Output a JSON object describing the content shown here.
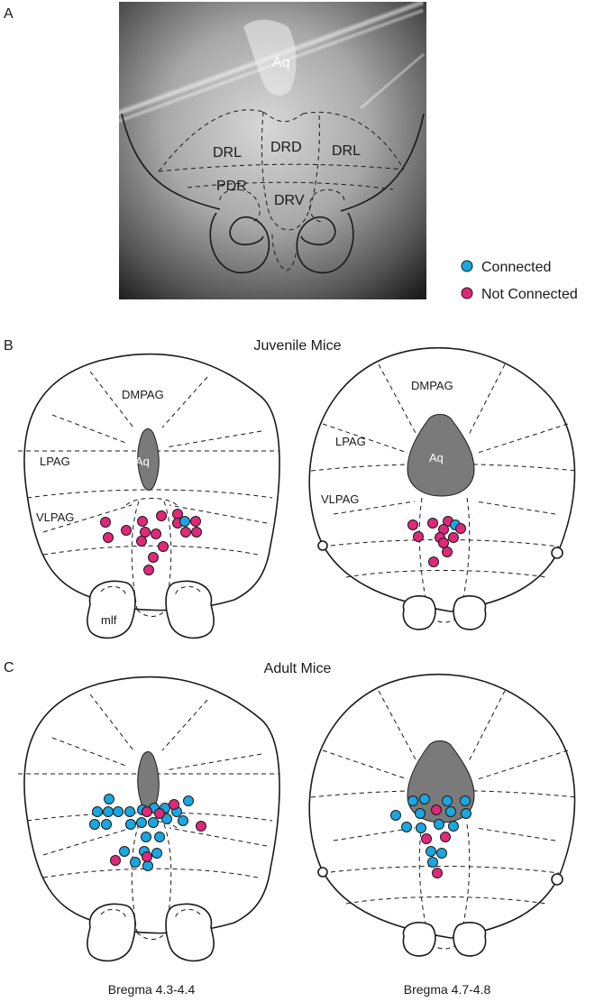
{
  "panels": {
    "a": {
      "letter": "A",
      "labels": {
        "aq": "Aq",
        "drd": "DRD",
        "drl_left": "DRL",
        "drl_right": "DRL",
        "pdr": "PDR",
        "drv": "DRV"
      }
    },
    "b": {
      "letter": "B",
      "title": "Juvenile Mice"
    },
    "c": {
      "letter": "C",
      "title": "Adult Mice"
    }
  },
  "legend": [
    {
      "label": "Connected",
      "color": "#1aa7e0"
    },
    {
      "label": "Not Connected",
      "color": "#e0287a"
    }
  ],
  "region_labels": {
    "dmpag": "DMPAG",
    "lpag": "LPAG",
    "vlpag": "VLPAG",
    "aq": "Aq",
    "mlf": "mlf"
  },
  "captions": {
    "left": "Bregma 4.3-4.4",
    "right": "Bregma 4.7-4.8"
  },
  "colors": {
    "connected": "#1aa7e0",
    "not_connected": "#e0287a",
    "aqueduct": "#7a7a7a"
  },
  "cells": {
    "juvenile_left": [
      [
        "n",
        117,
        579
      ],
      [
        "n",
        120,
        596
      ],
      [
        "n",
        140,
        588
      ],
      [
        "n",
        158,
        578
      ],
      [
        "n",
        179,
        572
      ],
      [
        "n",
        197,
        570
      ],
      [
        "n",
        161,
        590
      ],
      [
        "n",
        173,
        592
      ],
      [
        "n",
        157,
        600
      ],
      [
        "n",
        181,
        606
      ],
      [
        "n",
        197,
        580
      ],
      [
        "c",
        205,
        578
      ],
      [
        "n",
        217,
        578
      ],
      [
        "n",
        206,
        590
      ],
      [
        "n",
        218,
        590
      ],
      [
        "n",
        170,
        618
      ],
      [
        "n",
        165,
        632
      ]
    ],
    "juvenile_right": [
      [
        "n",
        458,
        582
      ],
      [
        "n",
        480,
        580
      ],
      [
        "n",
        497,
        578
      ],
      [
        "c",
        505,
        582
      ],
      [
        "n",
        492,
        587
      ],
      [
        "n",
        511,
        586
      ],
      [
        "n",
        464,
        595
      ],
      [
        "n",
        488,
        596
      ],
      [
        "n",
        503,
        596
      ],
      [
        "n",
        492,
        602
      ],
      [
        "n",
        496,
        612
      ],
      [
        "n",
        481,
        623
      ]
    ],
    "adult_left": [
      [
        "c",
        121,
        886
      ],
      [
        "c",
        108,
        900
      ],
      [
        "c",
        120,
        900
      ],
      [
        "c",
        131,
        900
      ],
      [
        "c",
        105,
        914
      ],
      [
        "c",
        118,
        914
      ],
      [
        "c",
        144,
        900
      ],
      [
        "c",
        158,
        898
      ],
      [
        "c",
        171,
        896
      ],
      [
        "c",
        183,
        896
      ],
      [
        "c",
        196,
        900
      ],
      [
        "c",
        209,
        888
      ],
      [
        "c",
        145,
        914
      ],
      [
        "c",
        157,
        912
      ],
      [
        "c",
        170,
        912
      ],
      [
        "c",
        185,
        908
      ],
      [
        "c",
        203,
        910
      ],
      [
        "c",
        162,
        928
      ],
      [
        "c",
        177,
        928
      ],
      [
        "c",
        160,
        944
      ],
      [
        "c",
        174,
        946
      ],
      [
        "c",
        138,
        944
      ],
      [
        "c",
        150,
        956
      ],
      [
        "c",
        164,
        960
      ],
      [
        "n",
        163,
        900
      ],
      [
        "n",
        177,
        902
      ],
      [
        "n",
        193,
        892
      ],
      [
        "n",
        223,
        916
      ],
      [
        "n",
        163,
        950
      ],
      [
        "n",
        128,
        954
      ]
    ],
    "adult_right": [
      [
        "c",
        458,
        888
      ],
      [
        "c",
        471,
        886
      ],
      [
        "c",
        496,
        888
      ],
      [
        "c",
        516,
        888
      ],
      [
        "c",
        439,
        904
      ],
      [
        "c",
        466,
        902
      ],
      [
        "c",
        500,
        900
      ],
      [
        "c",
        517,
        902
      ],
      [
        "c",
        451,
        917
      ],
      [
        "c",
        467,
        918
      ],
      [
        "c",
        487,
        914
      ],
      [
        "c",
        503,
        916
      ],
      [
        "c",
        478,
        944
      ],
      [
        "c",
        490,
        946
      ],
      [
        "c",
        480,
        956
      ],
      [
        "n",
        484,
        898
      ],
      [
        "n",
        473,
        930
      ],
      [
        "n",
        494,
        928
      ],
      [
        "n",
        485,
        968
      ]
    ]
  }
}
